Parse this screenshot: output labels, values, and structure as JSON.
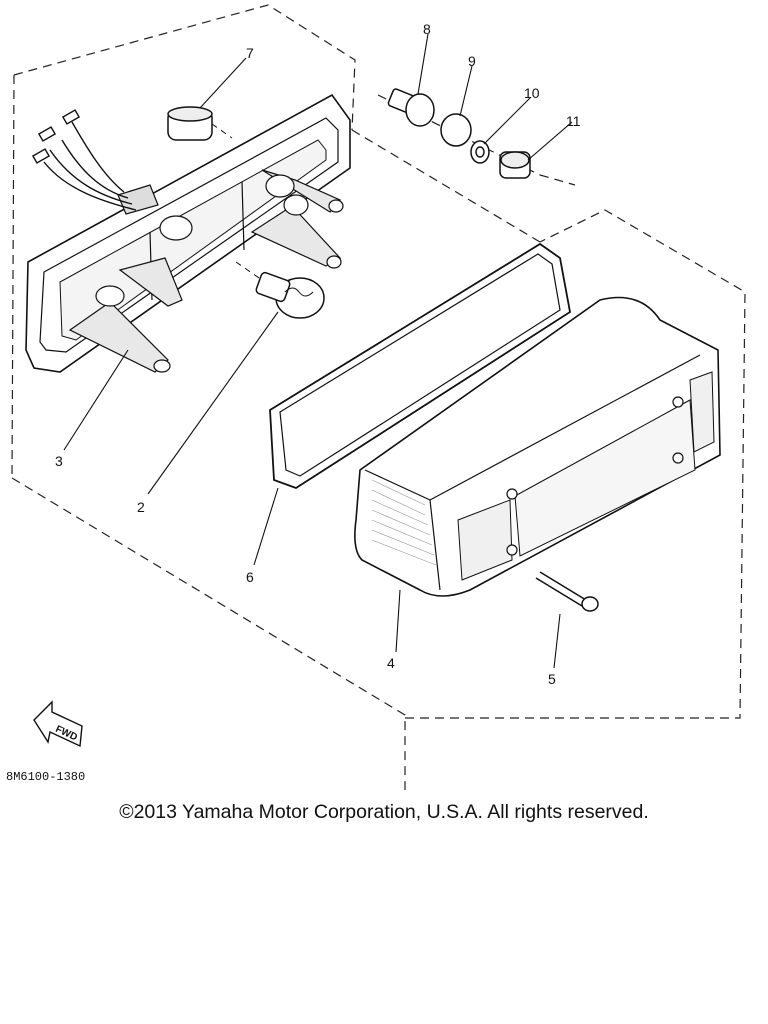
{
  "diagram": {
    "reference_code": "8M6100-1380",
    "fwd_label": "FWD",
    "callouts": [
      {
        "number": "2"
      },
      {
        "number": "3"
      },
      {
        "number": "4"
      },
      {
        "number": "5"
      },
      {
        "number": "6"
      },
      {
        "number": "7"
      },
      {
        "number": "8"
      },
      {
        "number": "9"
      },
      {
        "number": "10"
      },
      {
        "number": "11"
      }
    ]
  },
  "footer": {
    "copyright": "©2013 Yamaha Motor Corporation, U.S.A. All rights reserved."
  }
}
